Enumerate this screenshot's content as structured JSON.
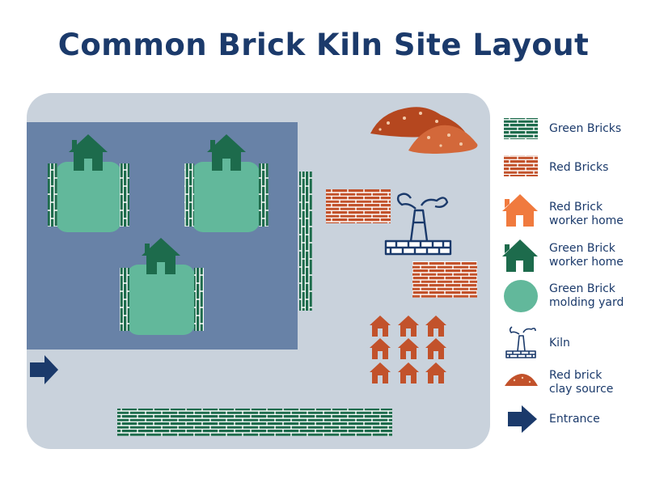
{
  "title": "Common Brick Kiln Site Layout",
  "legend": {
    "green_bricks": "Green Bricks",
    "red_bricks": "Red Bricks",
    "red_home_1": "Red Brick",
    "red_home_2": "worker home",
    "green_home_1": "Green Brick",
    "green_home_2": "worker home",
    "yard_1": "Green Brick",
    "yard_2": "molding yard",
    "kiln": "Kiln",
    "clay_1": "Red brick",
    "clay_2": "clay source",
    "entrance": "Entrance"
  },
  "colors": {
    "title": "#1b3a6b",
    "site": "#c9d2dc",
    "work_area": "#6882a7",
    "green_brick": "#1d6b4c",
    "molding_yard": "#62b89b",
    "red_brick": "#c2522b",
    "red_home": "#f07a3e",
    "clay": "#b5471f",
    "kiln": "#1b3a6b",
    "entrance": "#1b3a6b"
  },
  "icons": [
    "green-bricks-icon",
    "red-bricks-icon",
    "red-home-icon",
    "green-home-icon",
    "molding-yard-icon",
    "kiln-icon",
    "clay-pile-icon",
    "arrow-icon"
  ]
}
